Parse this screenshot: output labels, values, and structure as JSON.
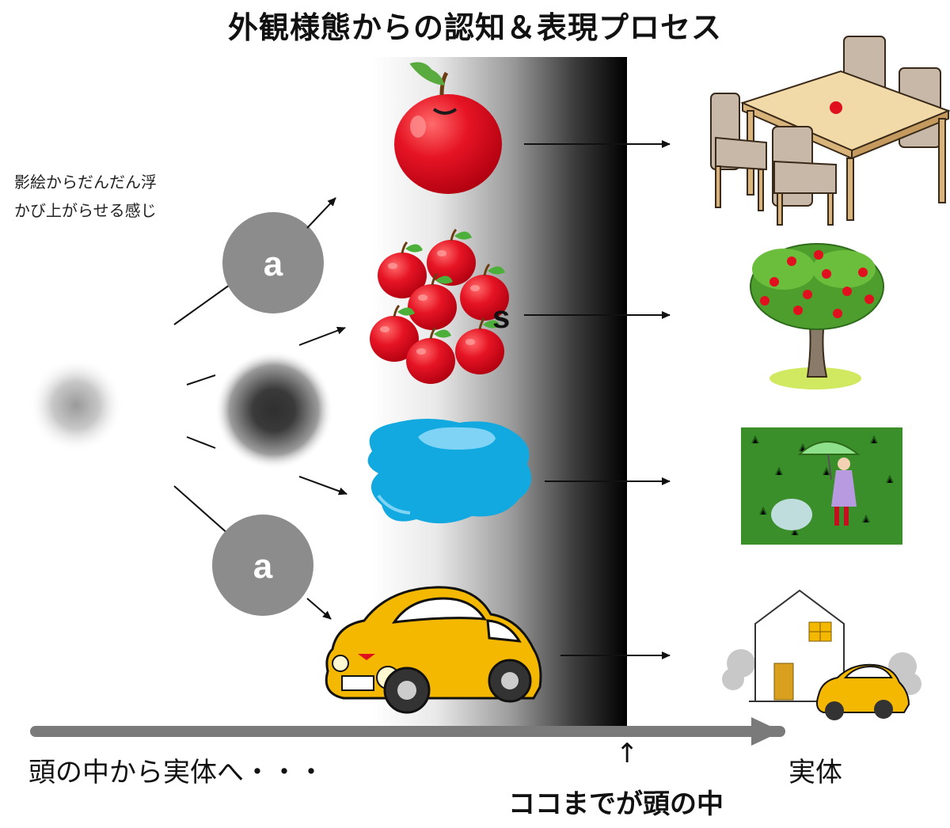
{
  "title": "外観様態からの認知＆表現プロセス",
  "note_lines": [
    "影絵からだんだん浮",
    "かび上がらせる感じ"
  ],
  "letters": {
    "a_top": "a",
    "s_label": "s",
    "a_bottom": "a"
  },
  "bottom_left_label": "頭の中から実体へ・・・",
  "bottom_right_label": "実体",
  "boundary_label": "ココまでが頭の中",
  "boundary_arrow": "↑",
  "icons": [
    "apple-icon",
    "apple-pile-icon",
    "puddle-icon",
    "car-icon",
    "table-chairs-icon",
    "apple-tree-icon",
    "rain-girl-icon",
    "house-car-icon"
  ],
  "colors": {
    "apple_red": "#e0101e",
    "puddle_blue": "#12a8e0",
    "car_yellow": "#f5b800",
    "grass_green": "#3a8f2a"
  }
}
